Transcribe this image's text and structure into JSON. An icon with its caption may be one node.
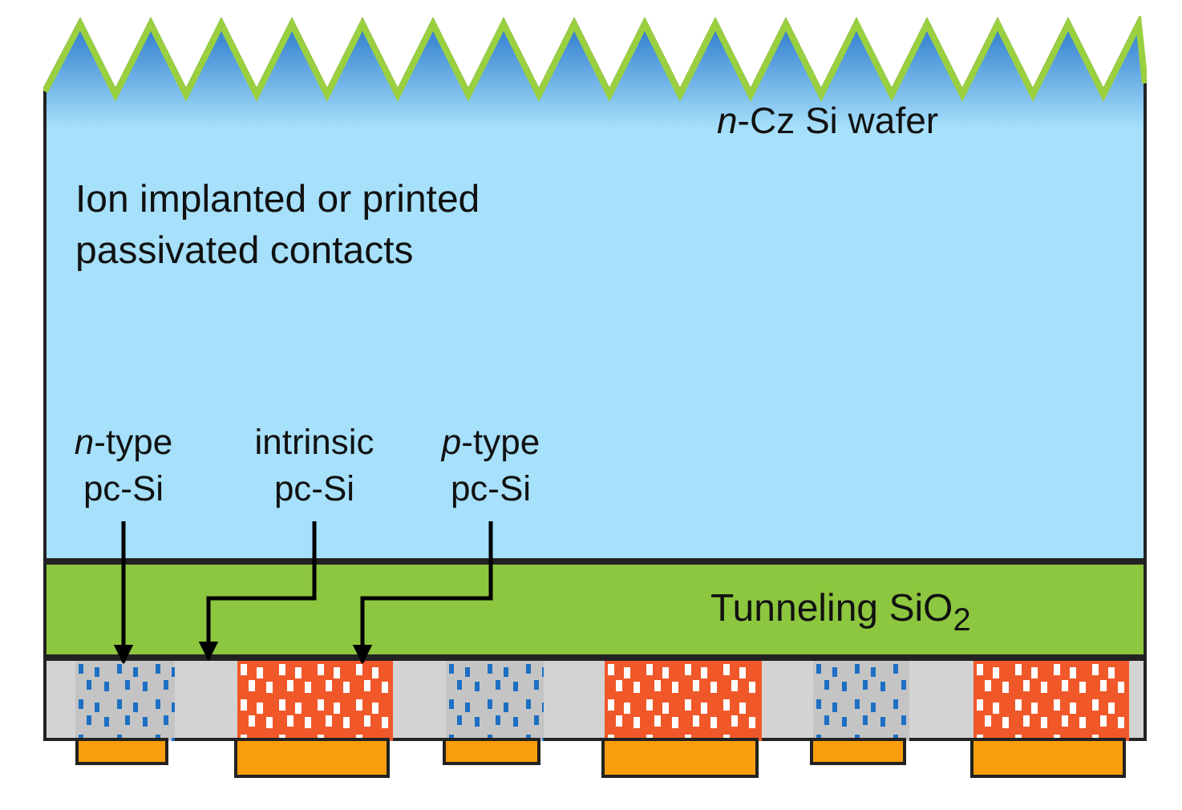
{
  "diagram": {
    "nodes": [
      {
        "text": [
          "*n*-Cz Si wafer"
        ]
      },
      {
        "text": [
          "Tunneling SiO$_{2}$"
        ]
      },
      {
        "text": [
          "*n*-type pc-Si"
        ],
        "in": 0
      },
      {
        "text": [
          "intrinsic pc-Si"
        ],
        "in": 0
      },
      {
        "text": [
          "*p*-type pc-Si"
        ],
        "in": 0
      },
      {
        "text": [],
        "shape": "box"
      },
      {
        "text": [],
        "shape": "box",
        "in": 5
      },
      {
        "text": [],
        "shape": "box",
        "in": 5
      },
      {
        "text": [],
        "shape": "box",
        "in": 5
      },
      {
        "text": [],
        "shape": "box",
        "in": 5
      },
      {
        "text": [],
        "shape": "box",
        "in": 5
      },
      {
        "text": [],
        "shape": "box",
        "in": 5
      },
      {
        "text": [],
        "shape": "box"
      },
      {
        "text": [],
        "shape": "box"
      },
      {
        "text": [],
        "shape": "box"
      },
      {
        "text": [],
        "shape": "box"
      },
      {
        "text": [],
        "shape": "box"
      },
      {
        "text": [],
        "shape": "box"
      }
    ],
    "edges": [
      {
        "from": 2,
        "to": 6,
        "arrow": "to"
      },
      {
        "from": 3,
        "to": 5,
        "arrow": "to"
      },
      {
        "from": 4,
        "to": 7,
        "arrow": "to"
      }
    ],
    "labels": [
      "Ion implanted or printed passivated contacts"
    ]
  }
}
